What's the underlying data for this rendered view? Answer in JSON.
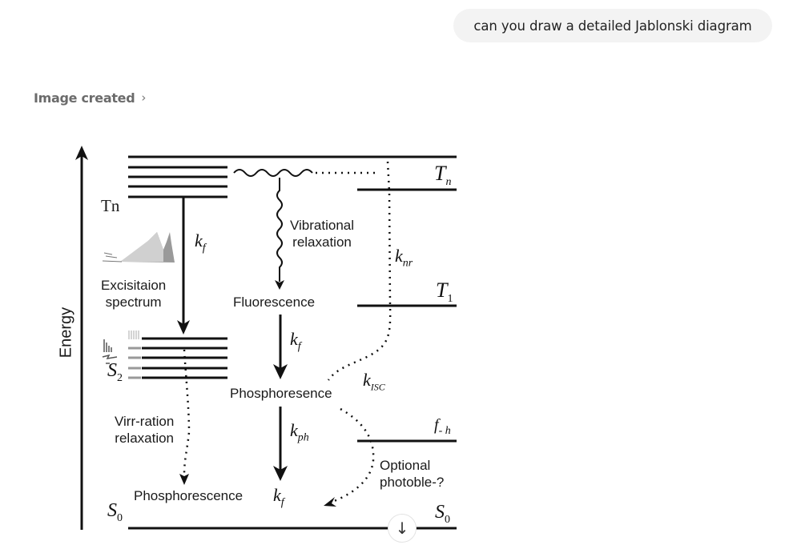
{
  "chat": {
    "user_message": "can you draw a detailed Jablonski diagram",
    "image_created_label": "Image created",
    "image_created_chevron": "›",
    "scroll_down_icon": "↓"
  },
  "diagram": {
    "axis_label": "Energy",
    "levels": {
      "tn_left": "Tn",
      "tn_right_base": "T",
      "tn_right_sub": "n",
      "t1_base": "T",
      "t1_sub": "1",
      "s2_base": "S",
      "s2_sub": "2",
      "s0_left_base": "S",
      "s0_left_sub": "0",
      "s0_right_base": "S",
      "s0_right_sub": "0",
      "fh_base": "f",
      "fh_sub": "- h"
    },
    "labels": {
      "vibrational_line1": "Vibrational",
      "vibrational_line2": "relaxation",
      "excitation_line1": "Excisitaion",
      "excitation_line2": "spectrum",
      "fluorescence": "Fluorescence",
      "phosphoresence_mid": "Phosphoresence",
      "virr_line1": "Virr-ration",
      "virr_line2": "relaxation",
      "phosphorescence_bottom": "Phosphorescence",
      "optional_line1": "Optional",
      "optional_line2": "photoble-?"
    },
    "rates": {
      "kf_top_base": "k",
      "kf_top_sub": "f",
      "kf_mid_base": "k",
      "kf_mid_sub": "f",
      "kph_base": "k",
      "kph_sub": "ph",
      "kf_bottom_base": "k",
      "kf_bottom_sub": "f",
      "knr_base": "k",
      "knr_sub": "nr",
      "kisc_base": "k",
      "kisc_sub": "ISC"
    }
  }
}
